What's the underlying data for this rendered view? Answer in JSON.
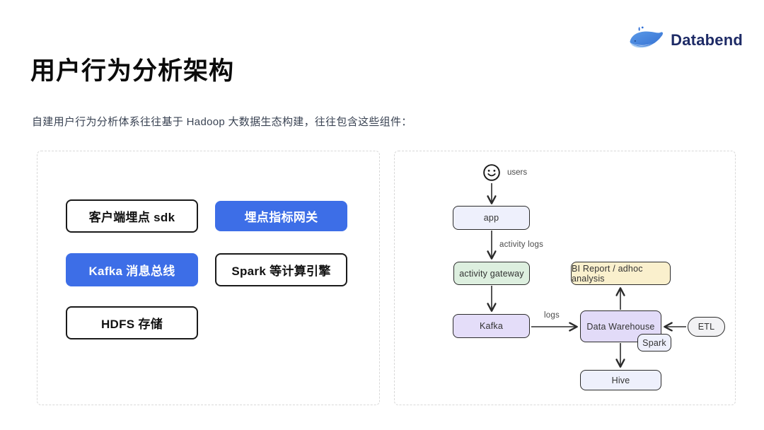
{
  "logo": {
    "brand": "Databend",
    "icon": "databend-whale-icon",
    "brand_color": "#1E2B66"
  },
  "page": {
    "title": "用户行为分析架构",
    "subtitle": "自建用户行为分析体系往往基于 Hadoop 大数据生态构建，往往包含这些组件："
  },
  "colors": {
    "accent_blue": "#3D6EE7",
    "node_green": "#DDEFDF",
    "node_purple": "#E2DBF8",
    "node_lavender": "#EEF0FC",
    "node_yellow": "#FAF0CD",
    "node_gray": "#F2F2F4",
    "panel_border_dashed": "#D8D8D8",
    "diagram_stroke": "#2B2B2B"
  },
  "components_panel": {
    "items": [
      {
        "label": "客户端埋点 sdk",
        "variant": "outline"
      },
      {
        "label": "埋点指标网关",
        "variant": "primary"
      },
      {
        "label": "Kafka 消息总线",
        "variant": "primary"
      },
      {
        "label": "Spark 等计算引擎",
        "variant": "outline"
      },
      {
        "label": "HDFS 存储",
        "variant": "outline"
      }
    ]
  },
  "flow_panel": {
    "users_label": "users",
    "nodes": {
      "app": "app",
      "activity_gateway": "activity gateway",
      "kafka": "Kafka",
      "bi_report": "BI Report / adhoc analysis",
      "data_warehouse": "Data Warehouse",
      "etl": "ETL",
      "spark": "Spark",
      "hive": "Hive"
    },
    "edge_labels": {
      "app_to_gateway": "activity logs",
      "kafka_to_warehouse": "logs"
    }
  }
}
